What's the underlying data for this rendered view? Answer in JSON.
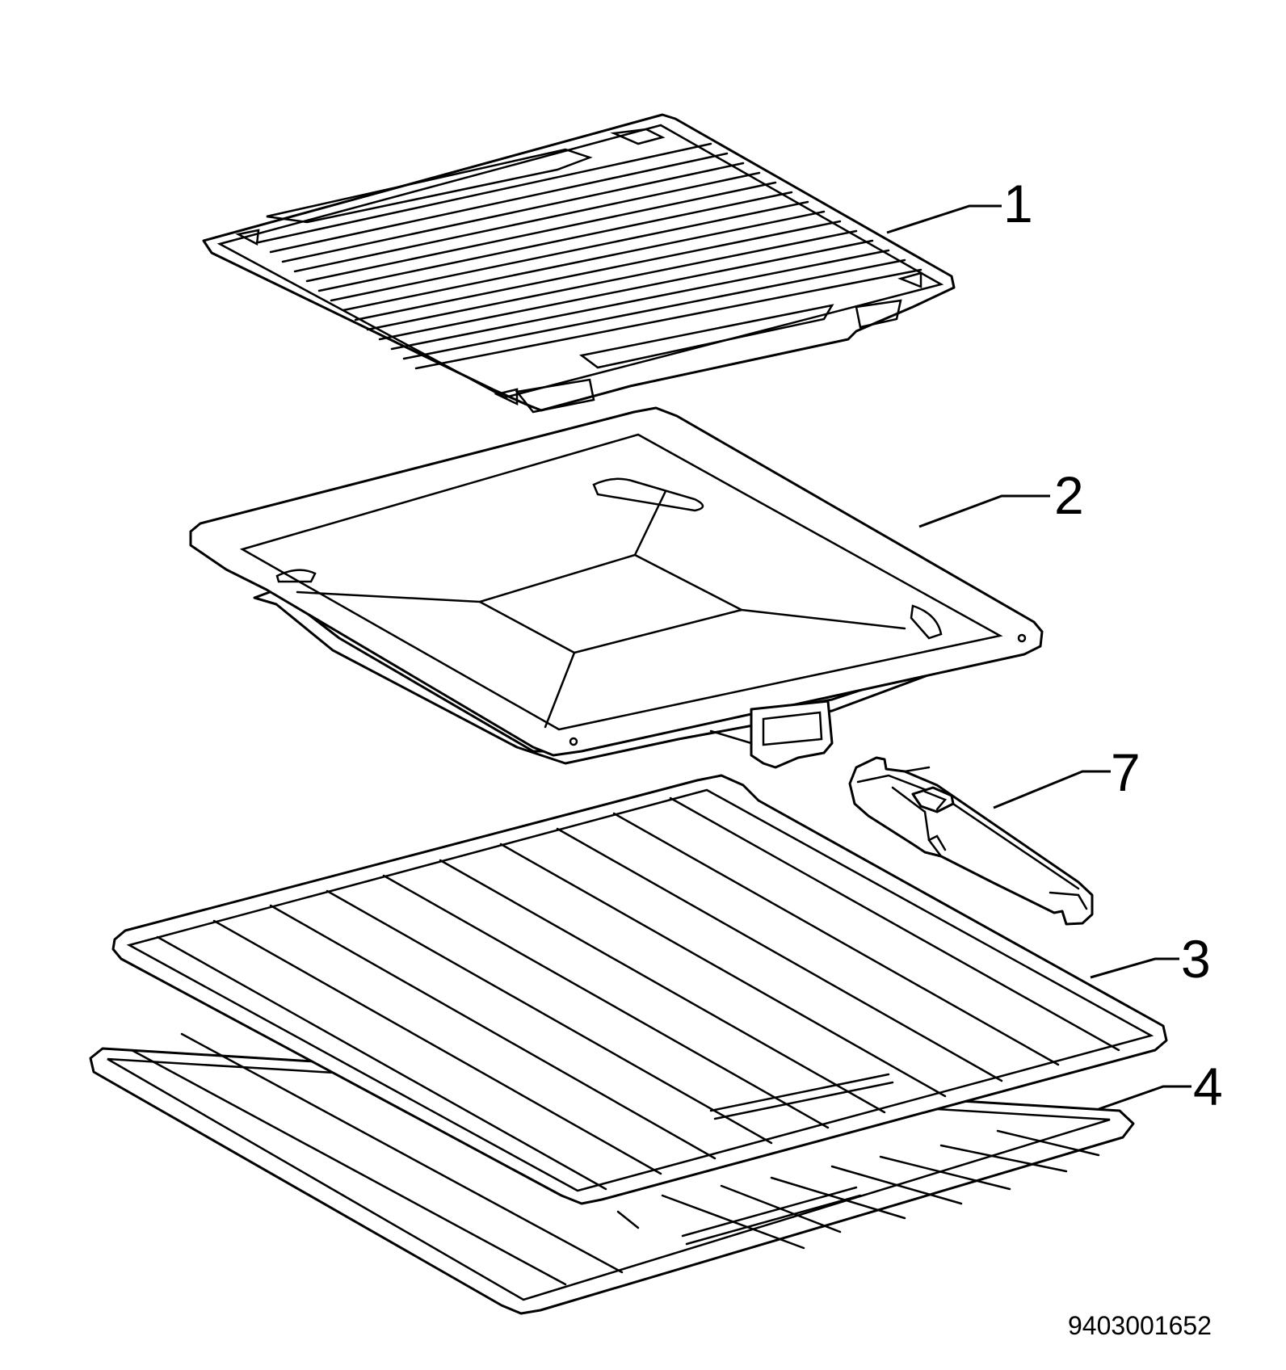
{
  "callouts": {
    "grill_grid": "1",
    "drip_tray": "2",
    "wire_shelf_upper": "3",
    "wire_shelf_lower": "4",
    "tray_handle": "7"
  },
  "document_number": "9403001652",
  "colors": {
    "line": "#000000",
    "background": "#ffffff"
  }
}
